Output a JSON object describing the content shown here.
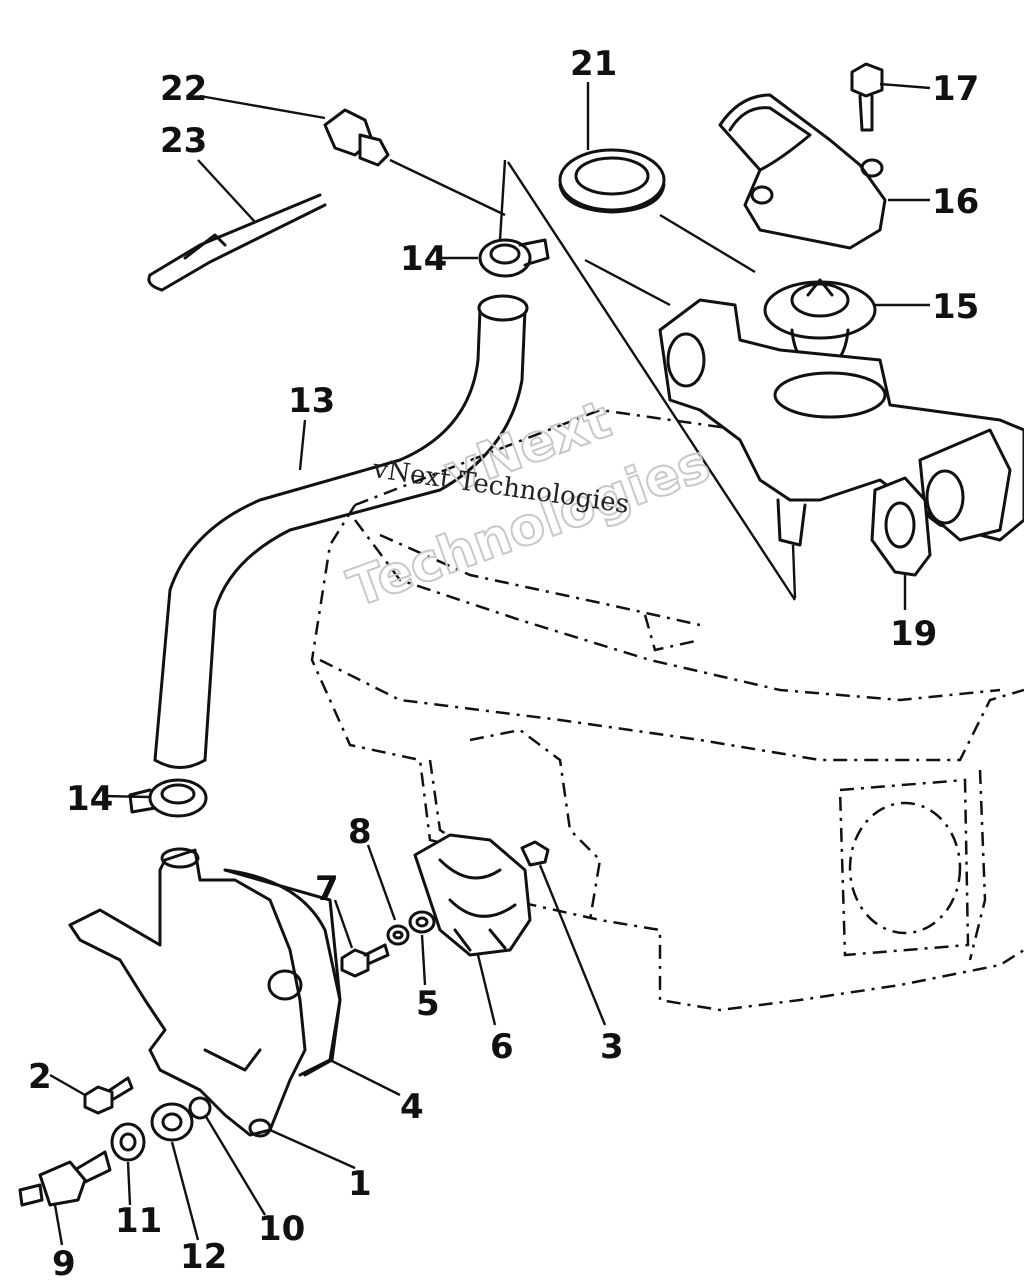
{
  "watermark": {
    "line1": "vNext",
    "line2": "Technologies",
    "small": "vNext Technologies"
  },
  "callouts": [
    {
      "id": "c1",
      "text": "1"
    },
    {
      "id": "c2",
      "text": "2"
    },
    {
      "id": "c3",
      "text": "3"
    },
    {
      "id": "c4",
      "text": "4"
    },
    {
      "id": "c5",
      "text": "5"
    },
    {
      "id": "c6",
      "text": "6"
    },
    {
      "id": "c7",
      "text": "7"
    },
    {
      "id": "c8",
      "text": "8"
    },
    {
      "id": "c9",
      "text": "9"
    },
    {
      "id": "c10",
      "text": "10"
    },
    {
      "id": "c11",
      "text": "11"
    },
    {
      "id": "c12",
      "text": "12"
    },
    {
      "id": "c13",
      "text": "13"
    },
    {
      "id": "c14a",
      "text": "14"
    },
    {
      "id": "c14b",
      "text": "14"
    },
    {
      "id": "c15",
      "text": "15"
    },
    {
      "id": "c16",
      "text": "16"
    },
    {
      "id": "c17",
      "text": "17"
    },
    {
      "id": "c19",
      "text": "19"
    },
    {
      "id": "c21",
      "text": "21"
    },
    {
      "id": "c22",
      "text": "22"
    },
    {
      "id": "c23",
      "text": "23"
    }
  ]
}
